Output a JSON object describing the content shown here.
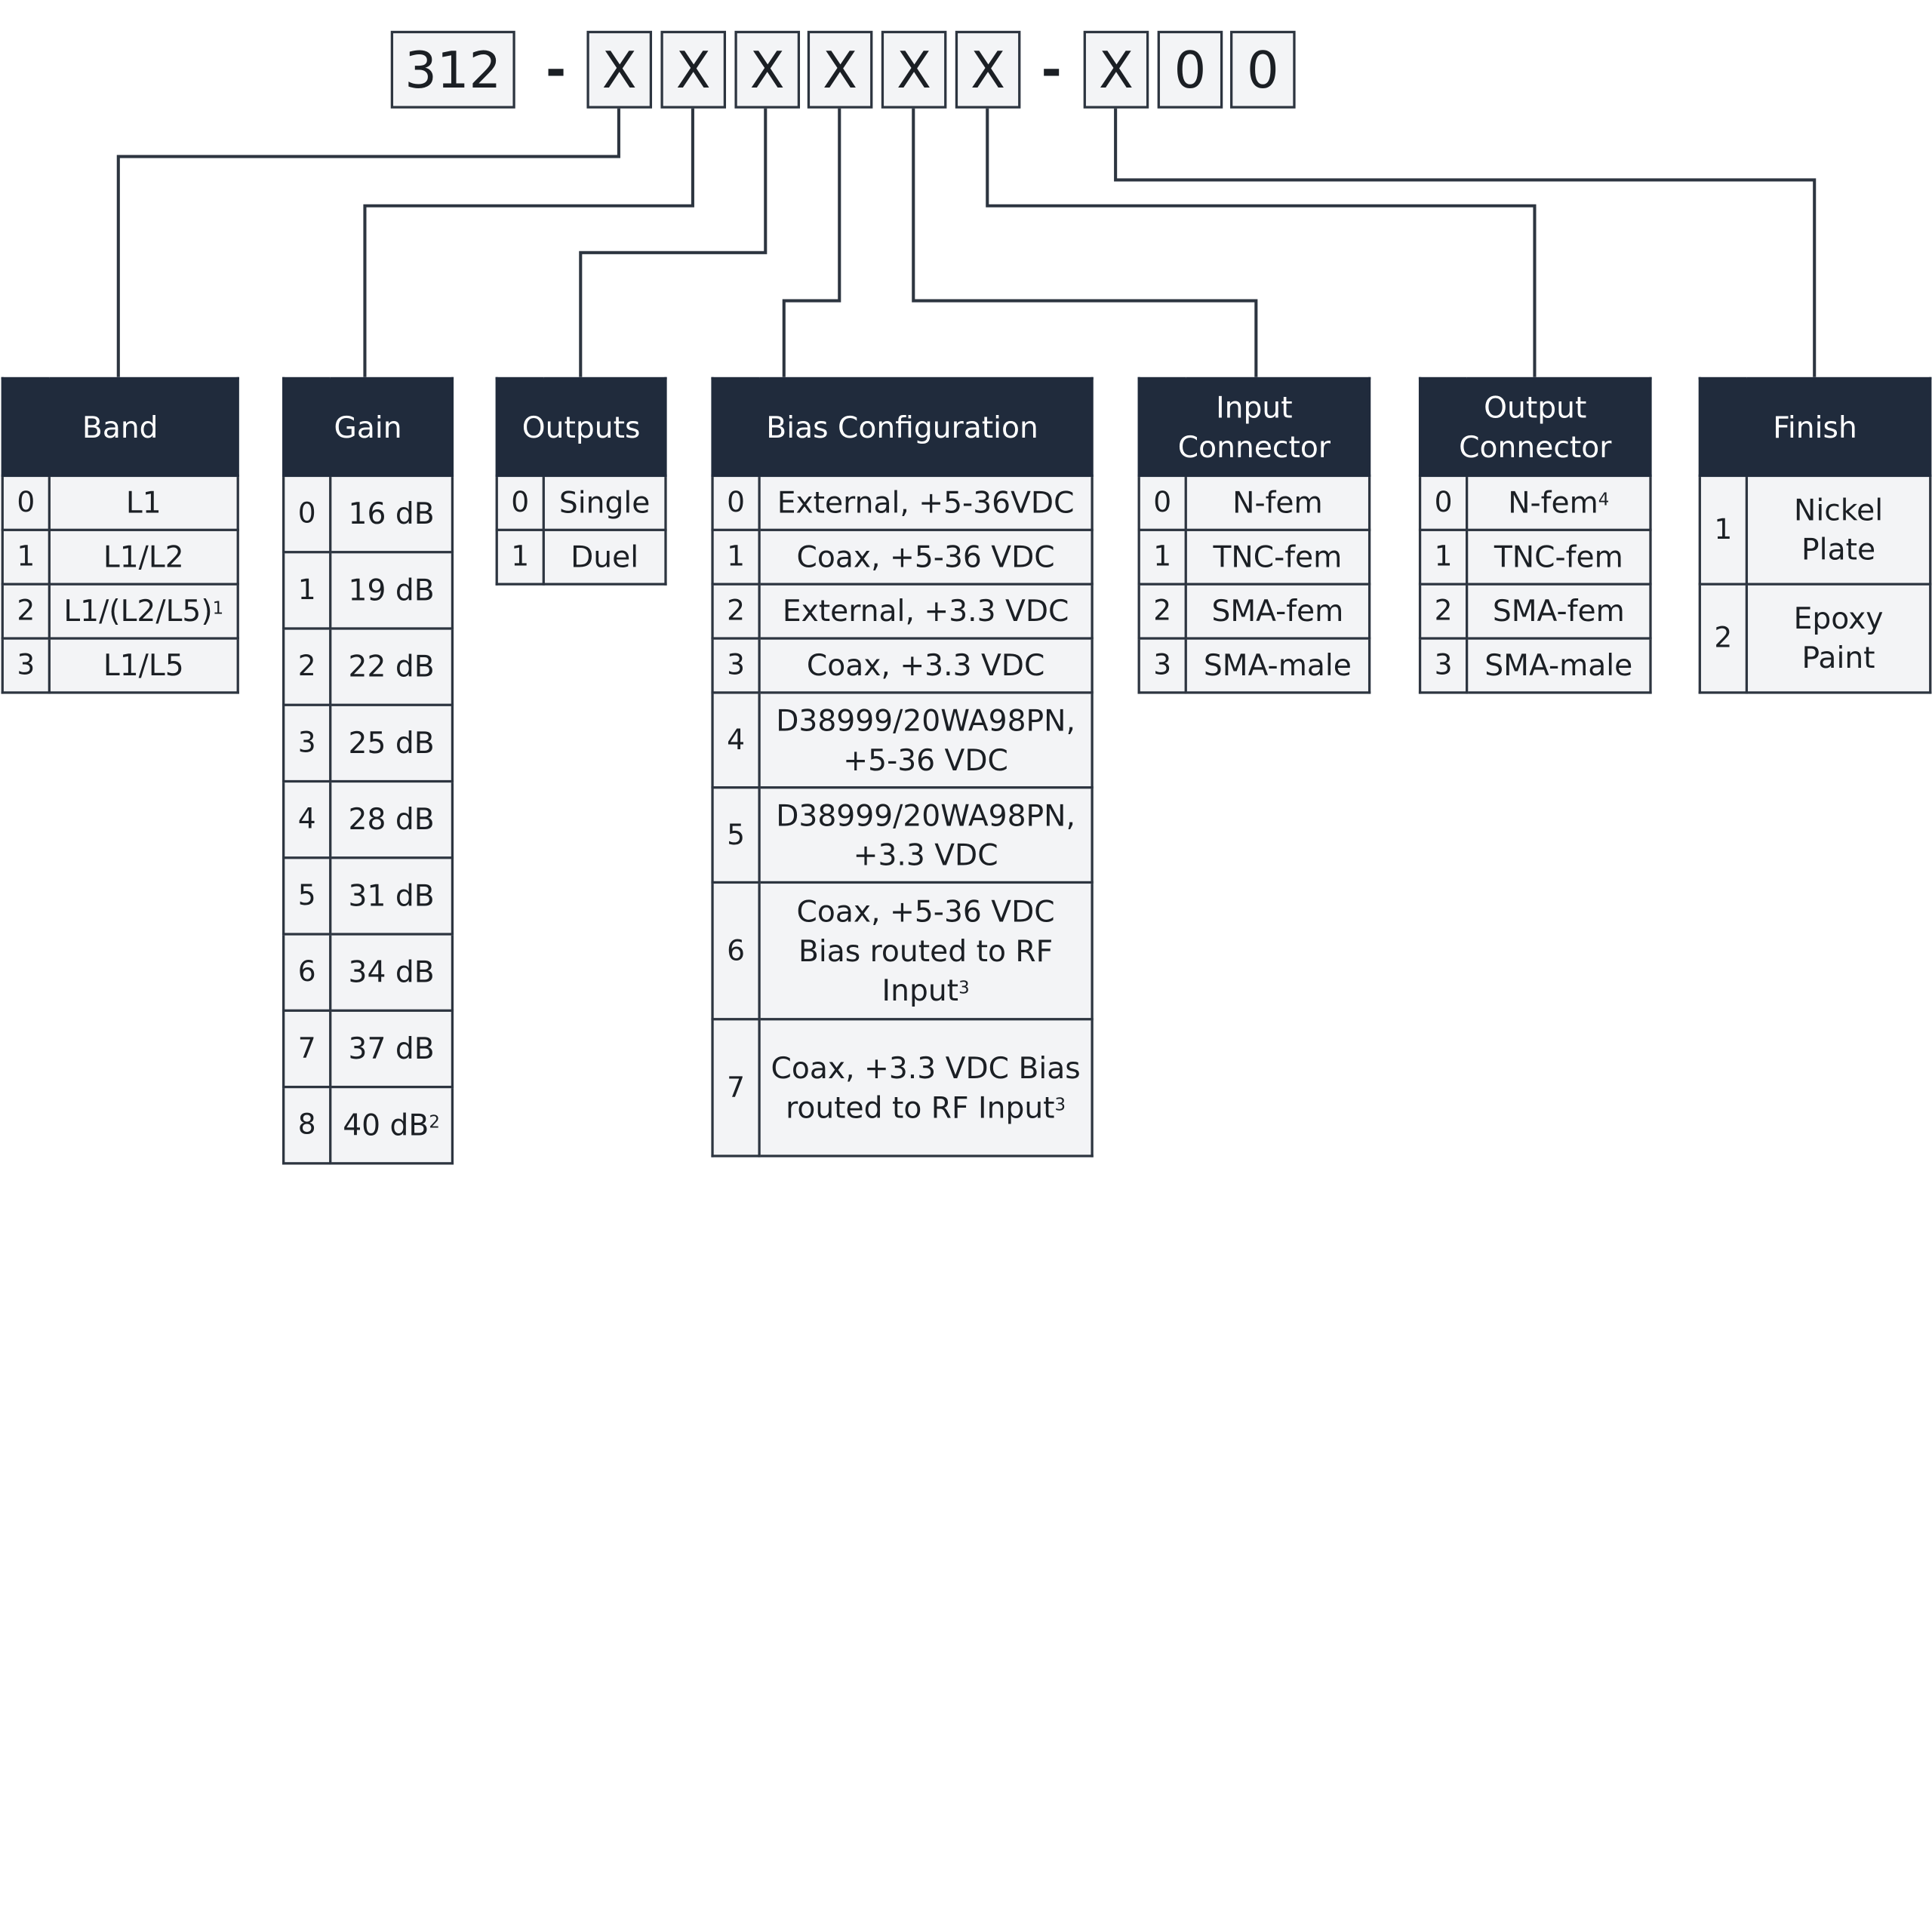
{
  "part_number": {
    "prefix": "312",
    "separator1": "-",
    "slots": [
      "X",
      "X",
      "X",
      "X",
      "X",
      "X"
    ],
    "separator2": "-",
    "suffix": [
      "X",
      "0",
      "0"
    ]
  },
  "tables": {
    "band": {
      "header": "Band",
      "rows": [
        {
          "code": "0",
          "value": "L1"
        },
        {
          "code": "1",
          "value": "L1/L2"
        },
        {
          "code": "2",
          "value": "L1/(L2/L5)",
          "note": "1"
        },
        {
          "code": "3",
          "value": "L1/L5"
        }
      ]
    },
    "gain": {
      "header": "Gain",
      "rows": [
        {
          "code": "0",
          "value": "16 dB"
        },
        {
          "code": "1",
          "value": "19 dB"
        },
        {
          "code": "2",
          "value": "22 dB"
        },
        {
          "code": "3",
          "value": "25 dB"
        },
        {
          "code": "4",
          "value": "28 dB"
        },
        {
          "code": "5",
          "value": "31 dB"
        },
        {
          "code": "6",
          "value": "34 dB"
        },
        {
          "code": "7",
          "value": "37 dB"
        },
        {
          "code": "8",
          "value": "40 dB",
          "note": "2"
        }
      ]
    },
    "outputs": {
      "header": "Outputs",
      "rows": [
        {
          "code": "0",
          "value": "Single"
        },
        {
          "code": "1",
          "value": "Duel"
        }
      ]
    },
    "bias": {
      "header": "Bias Configuration",
      "rows": [
        {
          "code": "0",
          "value": "External, +5-36VDC"
        },
        {
          "code": "1",
          "value": "Coax, +5-36 VDC"
        },
        {
          "code": "2",
          "value": "External, +3.3 VDC"
        },
        {
          "code": "3",
          "value": "Coax, +3.3 VDC"
        },
        {
          "code": "4",
          "value": "D38999/20WA98PN, +5-36 VDC"
        },
        {
          "code": "5",
          "value": "D38999/20WA98PN, +3.3 VDC"
        },
        {
          "code": "6",
          "value": "Coax, +5-36 VDC Bias routed to RF Input",
          "note": "3"
        },
        {
          "code": "7",
          "value": "Coax, +3.3 VDC Bias routed to RF Input",
          "note": "3"
        }
      ]
    },
    "input_connector": {
      "header": "Input Connector",
      "rows": [
        {
          "code": "0",
          "value": "N-fem"
        },
        {
          "code": "1",
          "value": "TNC-fem"
        },
        {
          "code": "2",
          "value": "SMA-fem"
        },
        {
          "code": "3",
          "value": "SMA-male"
        }
      ]
    },
    "output_connector": {
      "header": "Output Connector",
      "rows": [
        {
          "code": "0",
          "value": "N-fem",
          "note": "4"
        },
        {
          "code": "1",
          "value": "TNC-fem"
        },
        {
          "code": "2",
          "value": "SMA-fem"
        },
        {
          "code": "3",
          "value": "SMA-male"
        }
      ]
    },
    "finish": {
      "header": "Finish",
      "rows": [
        {
          "code": "1",
          "value": "Nickel Plate"
        },
        {
          "code": "2",
          "value": "Epoxy Paint"
        }
      ]
    }
  },
  "colors": {
    "header_bg": "#202b3c",
    "header_text": "#ffffff",
    "cell_bg": "#f3f4f6",
    "line": "#2d3540"
  }
}
